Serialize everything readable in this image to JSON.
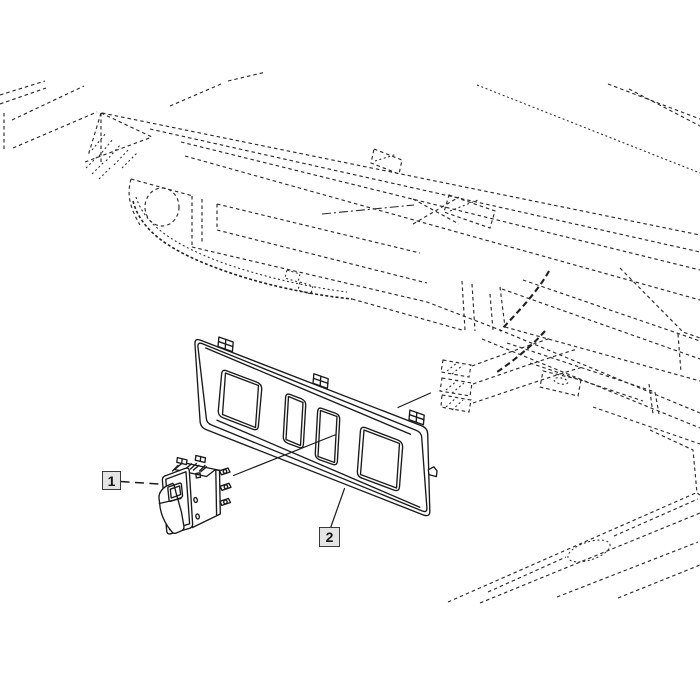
{
  "diagram": {
    "background_color": "#ffffff",
    "line_color": "#1a1a1a",
    "dash_color": "#2b2b2b",
    "callout_style": {
      "background": "#e4e4e4",
      "border": "#3a3a3a",
      "text": "#151515"
    },
    "parts": [
      {
        "callout": "1",
        "name": "rocker-switch"
      },
      {
        "callout": "2",
        "name": "switch-mounting-panel"
      }
    ]
  }
}
